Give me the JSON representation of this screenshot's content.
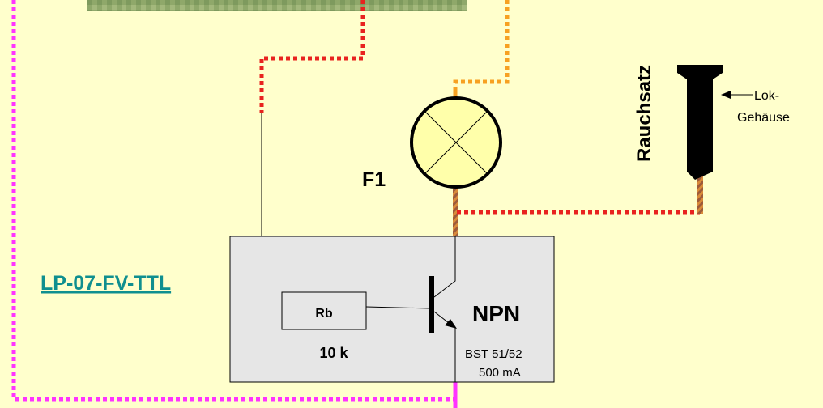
{
  "labels": {
    "module_link": "LP-07-FV-TTL",
    "lamp": "F1",
    "resistor": "Rb",
    "resistor_value": "10 k",
    "transistor_type": "NPN",
    "transistor_model": "BST 51/52",
    "transistor_current": "500 mA",
    "smoke_unit": "Rauchsatz",
    "housing_line1": "Lok-",
    "housing_line2": "Gehäuse"
  },
  "colors": {
    "background": "#FFFFCC",
    "wire_magenta": "#FF33FF",
    "wire_red": "#E8231F",
    "wire_orange": "#F7A122",
    "wire_brown": "#9E5B3A",
    "box_fill": "#E6E6E6",
    "lamp_fill": "#FFFFAA",
    "link": "#0F8F8F"
  }
}
